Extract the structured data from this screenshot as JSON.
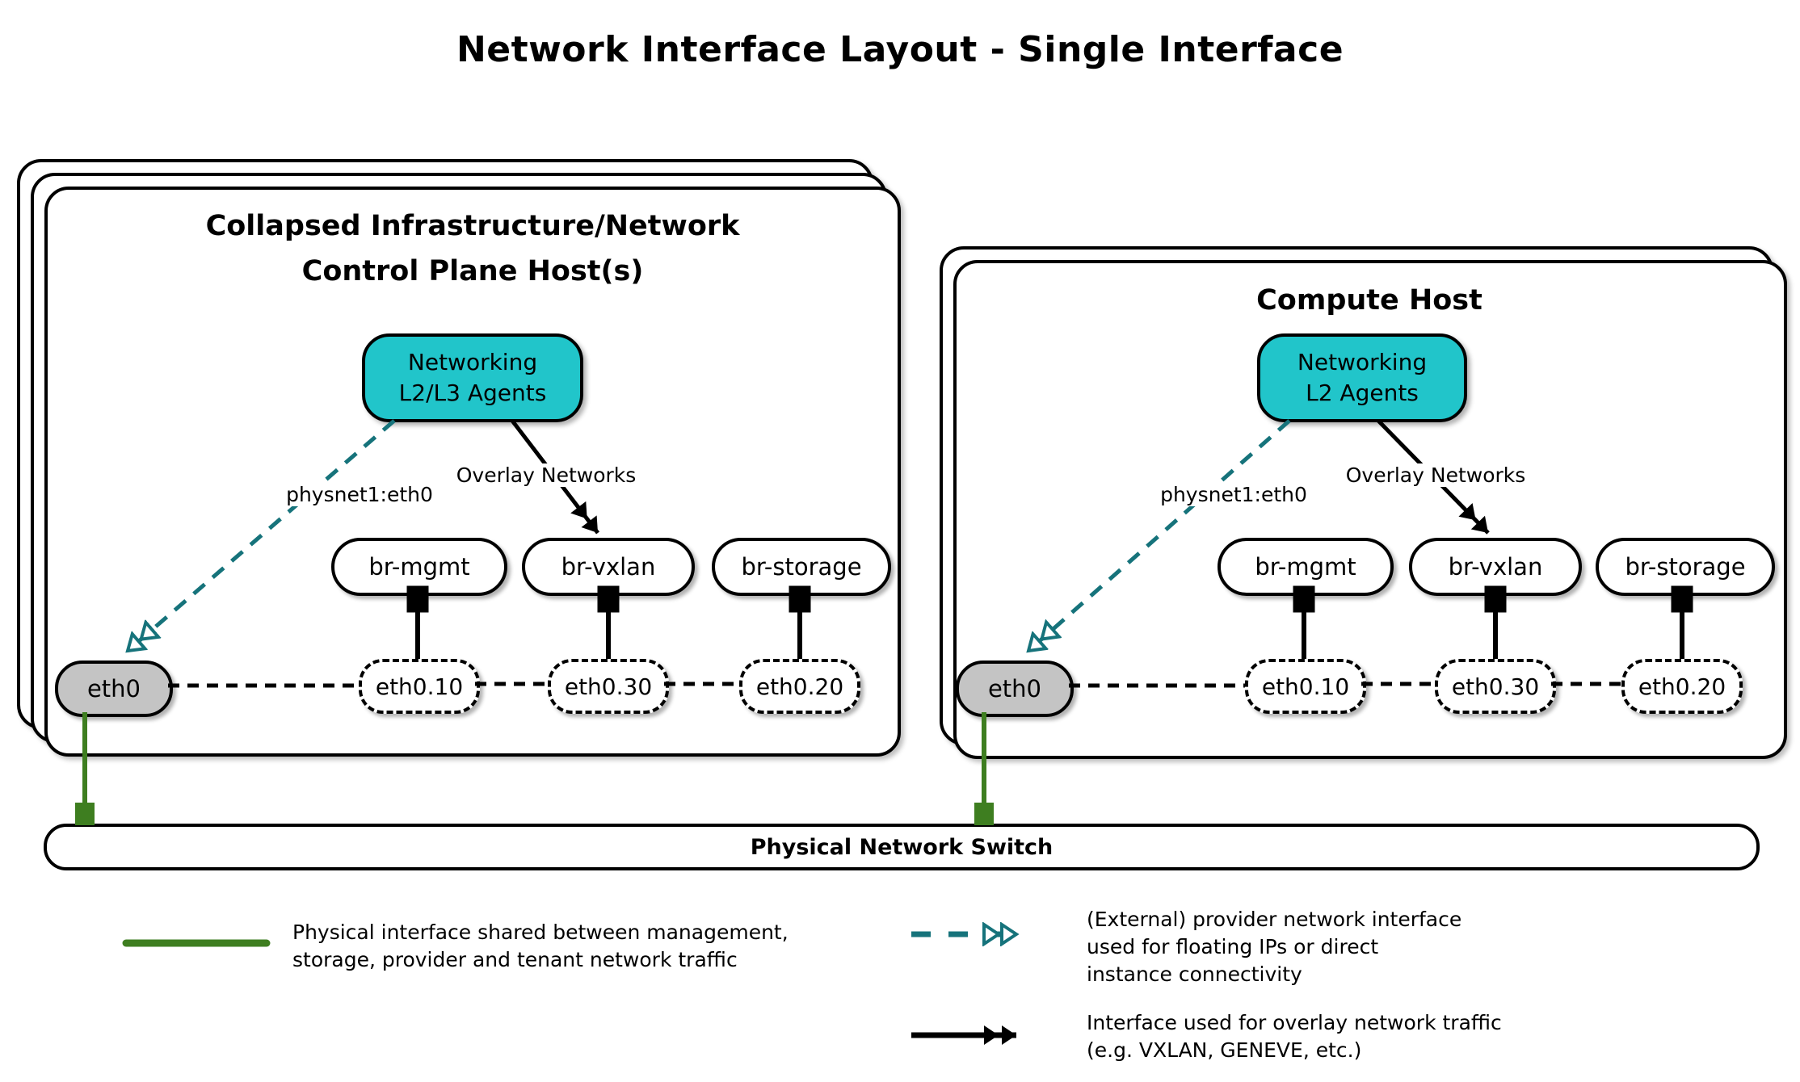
{
  "title": "Network Interface Layout - Single Interface",
  "hosts": {
    "control": {
      "title_line1": "Collapsed Infrastructure/Network",
      "title_line2": "Control Plane Host(s)",
      "agent_line1": "Networking",
      "agent_line2": "L2/L3 Agents",
      "physnet_label": "physnet1:eth0",
      "overlay_label": "Overlay Networks",
      "bridges": [
        "br-mgmt",
        "br-vxlan",
        "br-storage"
      ],
      "phys_if": "eth0",
      "vlans": [
        "eth0.10",
        "eth0.30",
        "eth0.20"
      ]
    },
    "compute": {
      "title_line1": "Compute Host",
      "agent_line1": "Networking",
      "agent_line2": "L2 Agents",
      "physnet_label": "physnet1:eth0",
      "overlay_label": "Overlay Networks",
      "bridges": [
        "br-mgmt",
        "br-vxlan",
        "br-storage"
      ],
      "phys_if": "eth0",
      "vlans": [
        "eth0.10",
        "eth0.30",
        "eth0.20"
      ]
    }
  },
  "switch": {
    "label": "Physical Network Switch"
  },
  "legend": {
    "physical": {
      "line1": "Physical interface shared between management,",
      "line2": "storage, provider and tenant network traffic"
    },
    "provider": {
      "line1": "(External) provider network interface",
      "line2": "used for floating IPs or direct",
      "line3": "instance connectivity"
    },
    "overlay": {
      "line1": "Interface used for overlay network traffic",
      "line2": "(e.g. VXLAN, GENEVE, etc.)"
    }
  },
  "colors": {
    "teal_fill": "#21c5ca",
    "teal_dark": "#16737b",
    "green": "#3e7e20",
    "gray_fill": "#c4c4c4",
    "black": "#000000"
  }
}
